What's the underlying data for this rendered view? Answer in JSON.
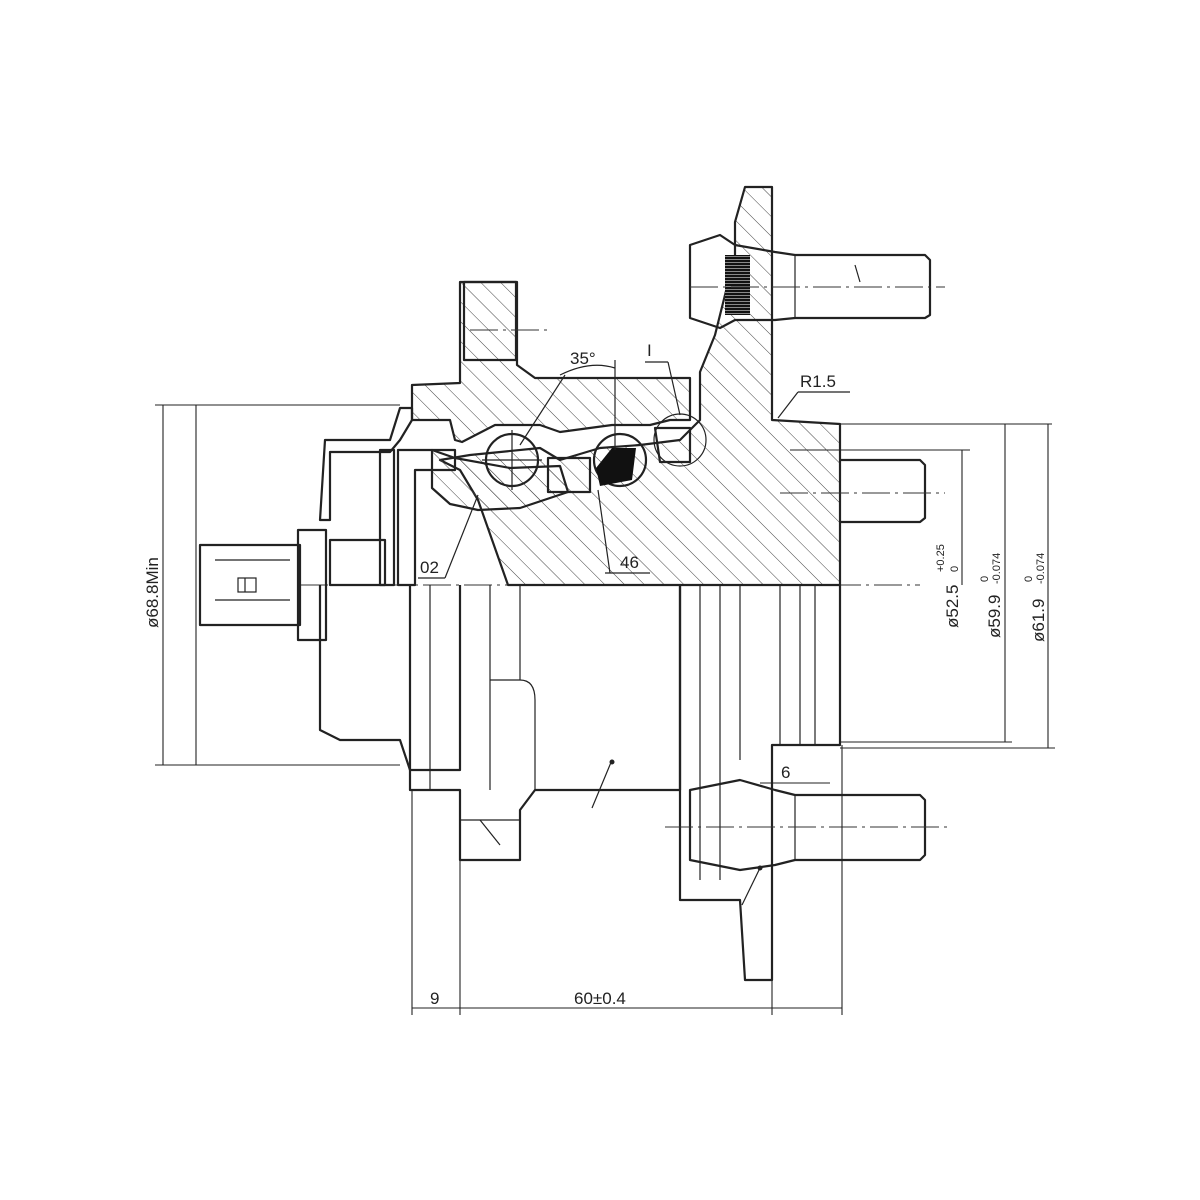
{
  "labels": {
    "angle": "35°",
    "detail": "I",
    "radius": "R1.5",
    "callout_02": "02",
    "callout_46": "46"
  },
  "dimensions": {
    "diameter_min": "ø68.8Min",
    "d52_main": "ø52.5",
    "d52_tol_upper": "+0.25",
    "d52_tol_lower": "0",
    "d59_main": "ø59.9",
    "d59_tol_upper": "0",
    "d59_tol_lower": "-0.074",
    "d61_main": "ø61.9",
    "d61_tol_upper": "0",
    "d61_tol_lower": "-0.074",
    "len_9": "9",
    "len_60": "60±0.4",
    "len_6": "6"
  },
  "colors": {
    "line": "#222222",
    "background": "#ffffff"
  }
}
